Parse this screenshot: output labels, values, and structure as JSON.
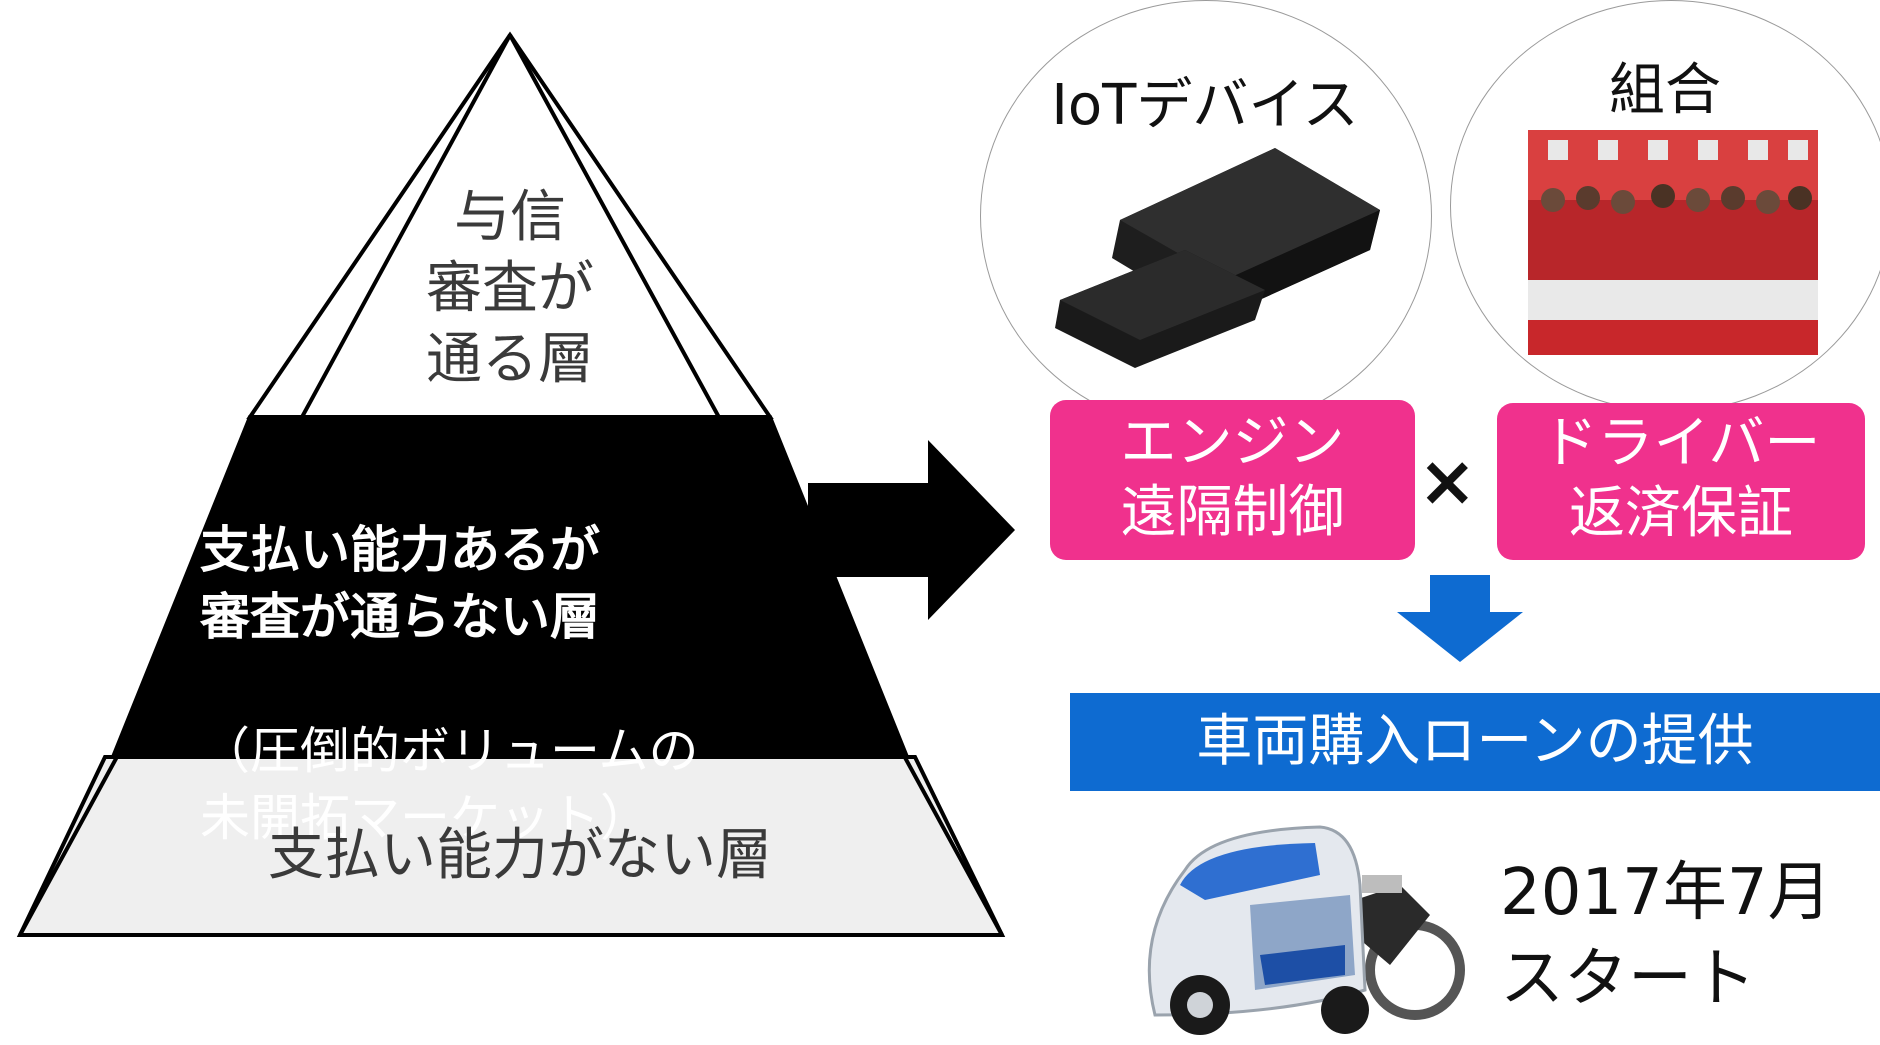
{
  "pyramid": {
    "top_label": "与信\n審査が\n通る層",
    "middle_bold": "支払い能力あるが\n審査が通らない層",
    "middle_note": "（圧倒的ボリュームの\n未開拓マーケット）",
    "bottom_label": "支払い能力がない層"
  },
  "circles": [
    {
      "label": "IoTデバイス",
      "image": "iot-device-photo"
    },
    {
      "label": "組合",
      "image": "union-group-photo"
    }
  ],
  "boxes": {
    "left": "エンジン\n遠隔制御",
    "right": "ドライバー\n返済保証",
    "operator": "×"
  },
  "result": {
    "banner": "車両購入ローンの提供",
    "start": "2017年7月\nスタート",
    "vehicle_image": "electric-tricycle-photo"
  },
  "colors": {
    "pink": "#f0318d",
    "blue": "#0e6bd1",
    "black": "#000000"
  }
}
